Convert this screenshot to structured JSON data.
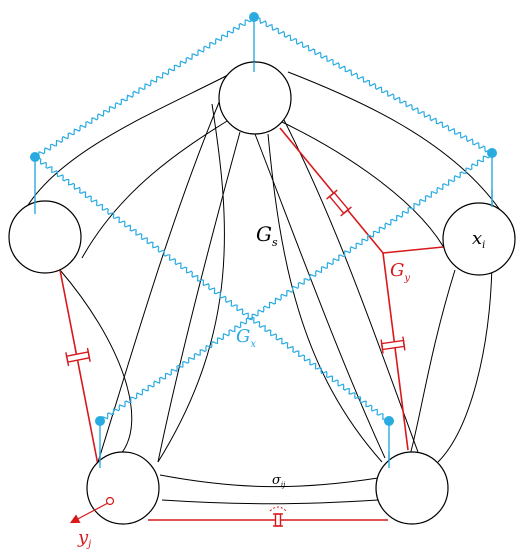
{
  "colors": {
    "black": "#000000",
    "blue": "#29abe2",
    "red": "#d7191c",
    "background": "#ffffff"
  },
  "labels": {
    "gs": {
      "main": "G",
      "sub": "s"
    },
    "gy": {
      "main": "G",
      "sub": "y"
    },
    "gx": {
      "main": "G",
      "sub": "x"
    },
    "xi": {
      "main": "x",
      "sub": "i"
    },
    "yj": {
      "main": "y",
      "sub": "j"
    },
    "sigma": {
      "main": "σ",
      "sub": "ij"
    }
  }
}
